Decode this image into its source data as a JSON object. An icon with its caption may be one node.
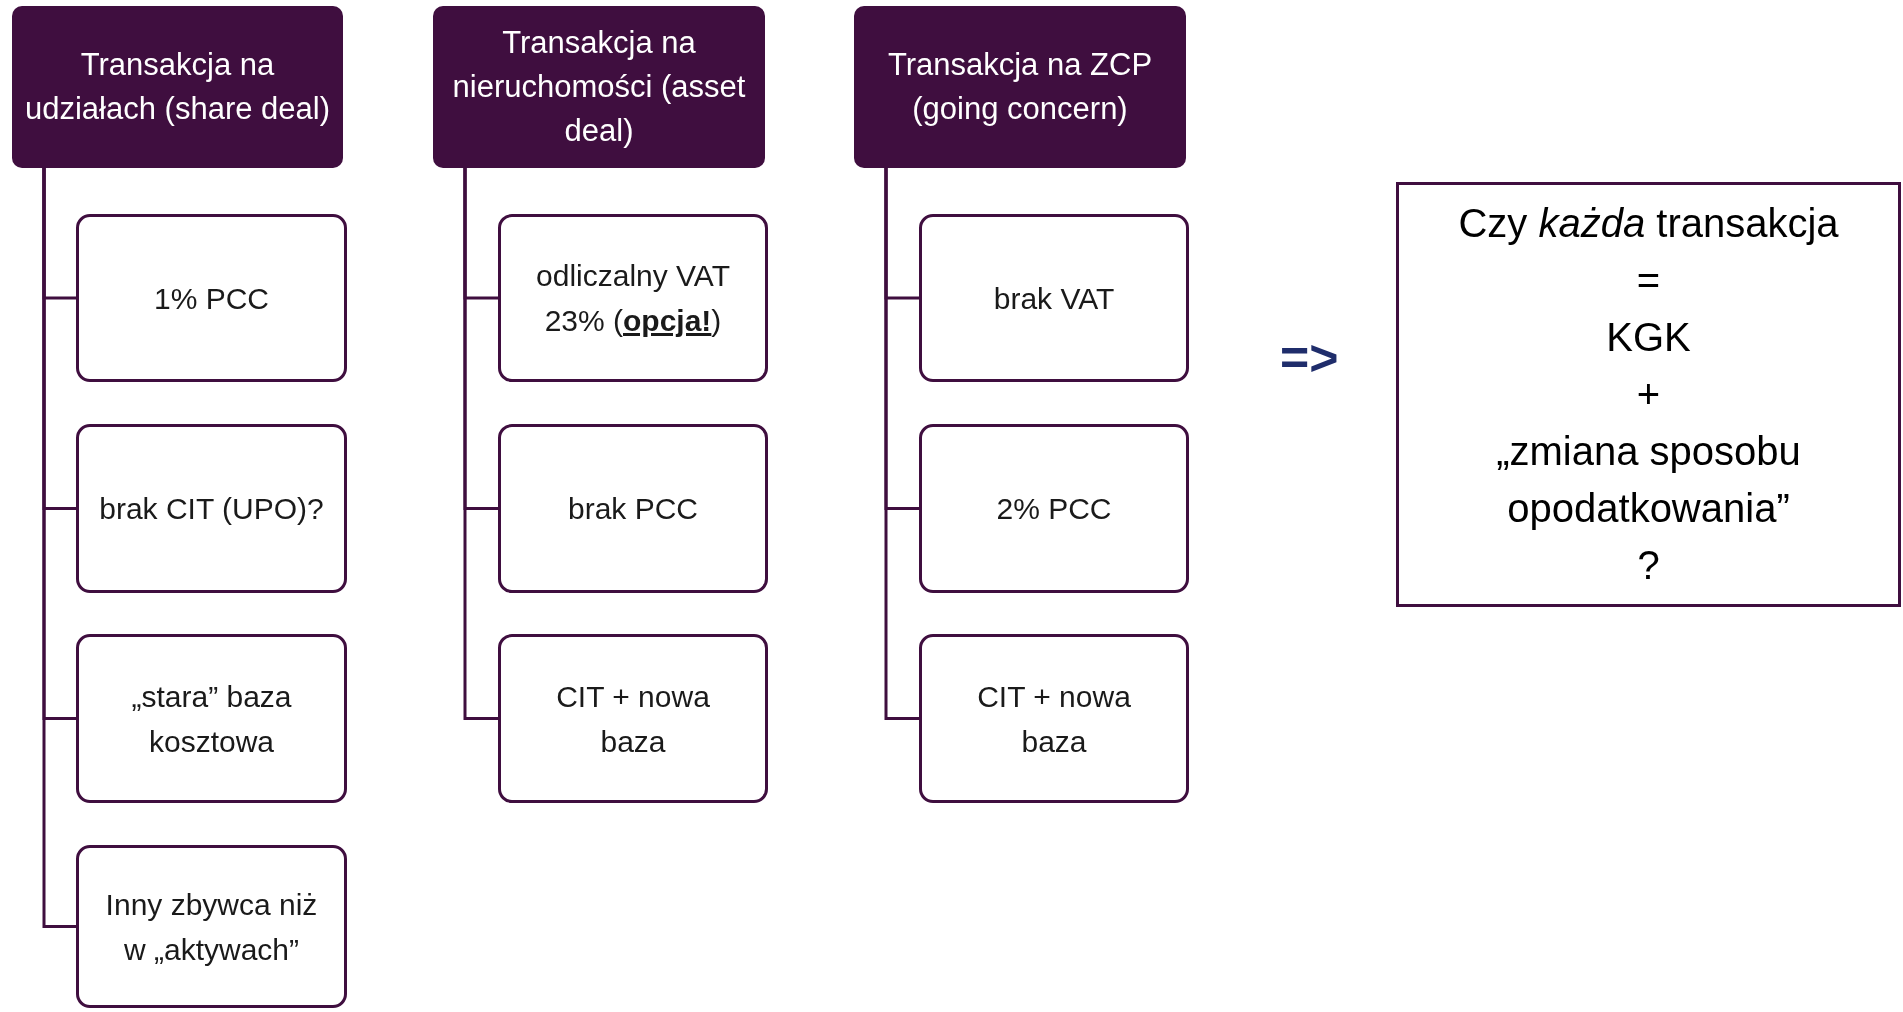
{
  "diagram": {
    "nodes": [
      {
        "text": [
          "Transakcja na udziałach (share deal)"
        ]
      },
      {
        "text": [
          "1% PCC"
        ]
      },
      {
        "text": [
          "brak CIT (UPO)?"
        ]
      },
      {
        "text": [
          "„stara” baza kosztowa"
        ]
      },
      {
        "text": [
          "Inny zbywca niż w „aktywach”"
        ]
      },
      {
        "text": [
          "Transakcja na nieruchomości (asset deal)"
        ]
      },
      {
        "text": [
          "odliczalny VAT 23% (**opcja!**)"
        ]
      },
      {
        "text": [
          "brak PCC"
        ]
      },
      {
        "text": [
          "CIT + nowa baza"
        ]
      },
      {
        "text": [
          "Transakcja na ZCP (going concern)"
        ]
      },
      {
        "text": [
          "brak VAT"
        ]
      },
      {
        "text": [
          "2% PCC"
        ]
      },
      {
        "text": [
          "CIT + nowa baza"
        ]
      },
      {
        "text": [
          "Czy *każda* transakcja",
          "=",
          "KGK",
          "+",
          "„zmiana sposobu opodatkowania”",
          "?"
        ]
      }
    ],
    "edges": [
      {
        "from": 0,
        "to": 1,
        "arrow": "none"
      },
      {
        "from": 0,
        "to": 2,
        "arrow": "none"
      },
      {
        "from": 0,
        "to": 3,
        "arrow": "none"
      },
      {
        "from": 0,
        "to": 4,
        "arrow": "none"
      },
      {
        "from": 5,
        "to": 6,
        "arrow": "none"
      },
      {
        "from": 5,
        "to": 7,
        "arrow": "none"
      },
      {
        "from": 5,
        "to": 8,
        "arrow": "none"
      },
      {
        "from": 9,
        "to": 10,
        "arrow": "none"
      },
      {
        "from": 9,
        "to": 11,
        "arrow": "none"
      },
      {
        "from": 9,
        "to": 12,
        "arrow": "none"
      }
    ],
    "labels": [
      "=>"
    ]
  }
}
